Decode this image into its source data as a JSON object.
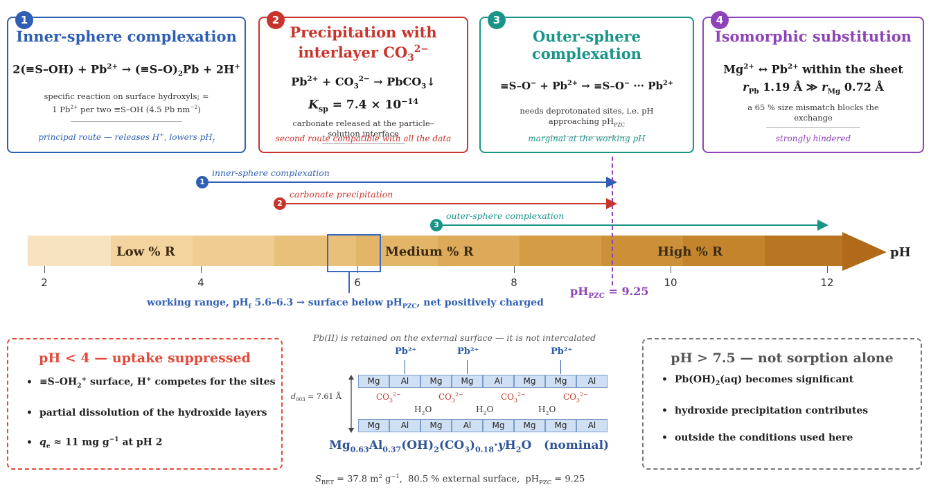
{
  "cards": [
    {
      "num": "1",
      "color": "#2f5fb3",
      "title_line1": "Inner-sphere complexation",
      "title_line2": "",
      "eq1": "2(≡S–OH) + Pb²⁺ → (≡S–O)₂Pb + 2H⁺",
      "eq2": "",
      "note": "specific reaction on surface hydroxyls; ≈ 1 Pb²⁺ per two ≡S–OH (4.5 Pb nm⁻²)",
      "foot": "principal route — releases H⁺, lowers pHf"
    },
    {
      "num": "2",
      "color": "#c8342c",
      "title_line1": "Precipitation with",
      "title_line2": "interlayer CO₃²⁻",
      "eq1": "Pb²⁺ + CO₃²⁻ → PbCO₃↓",
      "eq2": "Ksp = 7.4 × 10⁻¹⁴",
      "note": "carbonate released at the particle–solution interface",
      "foot": "second route compatible with all the data"
    },
    {
      "num": "3",
      "color": "#1a9488",
      "title_line1": "Outer-sphere complexation",
      "title_line2": "",
      "eq1": "≡S–O⁻ + Pb²⁺ → ≡S–O⁻ ··· Pb²⁺",
      "eq2": "",
      "note": "needs deprotonated sites, i.e. pH approaching pHPZC",
      "foot": "marginal at the working pH"
    },
    {
      "num": "4",
      "color": "#8e44b8",
      "title_line1": "Isomorphic substitution",
      "title_line2": "",
      "eq1": "Mg²⁺ ↔ Pb²⁺ within the sheet",
      "eq2": "rPb 1.19 Å ≫ rMg 0.72 Å",
      "note": "a 65 % size mismatch blocks the exchange",
      "foot": "strongly hindered"
    }
  ],
  "routes": [
    {
      "num": "1",
      "label": "inner-sphere complexation",
      "color": "#2f5fb3"
    },
    {
      "num": "2",
      "label": "carbonate precipitation",
      "color": "#c8342c"
    },
    {
      "num": "3",
      "label": "outer-sphere complexation",
      "color": "#1a9488"
    }
  ],
  "axis": {
    "ticks": [
      "2",
      "4",
      "6",
      "8",
      "10",
      "12"
    ],
    "unit": "pH",
    "zones": [
      "Low % R",
      "Medium % R",
      "High % R"
    ],
    "pzc_label": "pHPZC = 9.25",
    "pzc_value": 9.25,
    "working_range": [
      5.6,
      6.3
    ],
    "working_label": "working range, pHf 5.6–6.3 → surface below pHPZC, net positively charged",
    "pzc_color": "#8e44b8"
  },
  "low_box": {
    "title": "pH < 4 — uptake suppressed",
    "items": [
      "≡S–OH₂⁺ surface, H⁺ competes for the sites",
      "partial dissolution of the hydroxide layers",
      "qe ≈ 11 mg g⁻¹ at pH 2"
    ],
    "color": "#e04b3a"
  },
  "high_box": {
    "title": "pH > 7.5 — not sorption alone",
    "items": [
      "Pb(OH)₂(aq) becomes significant",
      "hydroxide precipitation contributes",
      "outside the conditions used here"
    ],
    "color": "#777777"
  },
  "structure": {
    "caption": "Pb(II) is retained on the external surface — it is not intercalated",
    "pb_label": "Pb²⁺",
    "top_layer": [
      "Mg",
      "Al",
      "Mg",
      "Mg",
      "Al",
      "Mg",
      "Mg",
      "Al"
    ],
    "bottom_layer": [
      "Mg",
      "Al",
      "Mg",
      "Al",
      "Mg",
      "Mg",
      "Mg",
      "Al"
    ],
    "co3_label": "CO₃²⁻",
    "h2o_label": "H₂O",
    "d_label": "d003 = 7.61 Å",
    "formula": "Mg0.63Al0.37(OH)2(CO3)0.18·yH2O (nominal)",
    "sbet": "SBET = 37.8 m² g⁻¹, 80.5 % external surface, pHPZC = 9.25"
  }
}
